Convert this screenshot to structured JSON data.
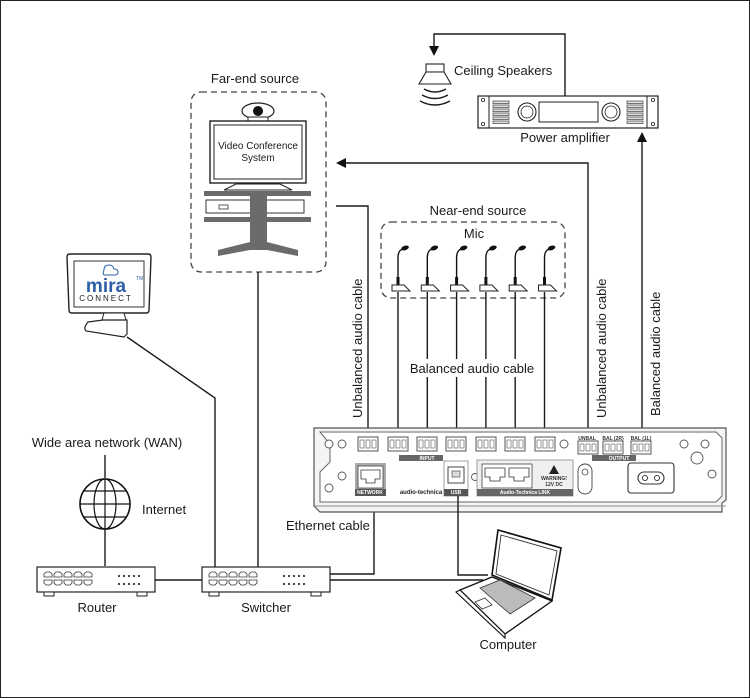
{
  "diagram": {
    "groups": {
      "far_end": "Far-end source",
      "near_end": "Near-end source"
    },
    "devices": {
      "video_conference": "Video Conference System",
      "video_conference_line1": "Video Conference",
      "video_conference_line2": "System",
      "ceiling_speakers": "Ceiling Speakers",
      "power_amplifier": "Power amplifier",
      "mic": "Mic",
      "router": "Router",
      "switcher": "Switcher",
      "computer": "Computer",
      "internet": "Internet",
      "wan": "Wide area network (WAN)",
      "mira_logo": "mira",
      "mira_tm": "TM",
      "mira_connect": "CONNECT"
    },
    "cables": {
      "unbalanced_in": "Unbalanced audio cable",
      "balanced_mics": "Balanced audio cable",
      "unbalanced_out": "Unbalanced audio cable",
      "balanced_out": "Balanced audio cable",
      "ethernet": "Ethernet cable"
    },
    "mic_count": 6,
    "back_panel": {
      "brand": "audio-technica",
      "network": "NETWORK",
      "input": "INPUT",
      "usb": "USB",
      "link": "Audio-Technica LINK",
      "warning": "WARNING!",
      "voltage": "12V DC",
      "output": "OUTPUT",
      "out_unbal": "UNBAL",
      "out_bal2": "BAL (2R)",
      "out_bal1": "BAL (1L)"
    }
  }
}
